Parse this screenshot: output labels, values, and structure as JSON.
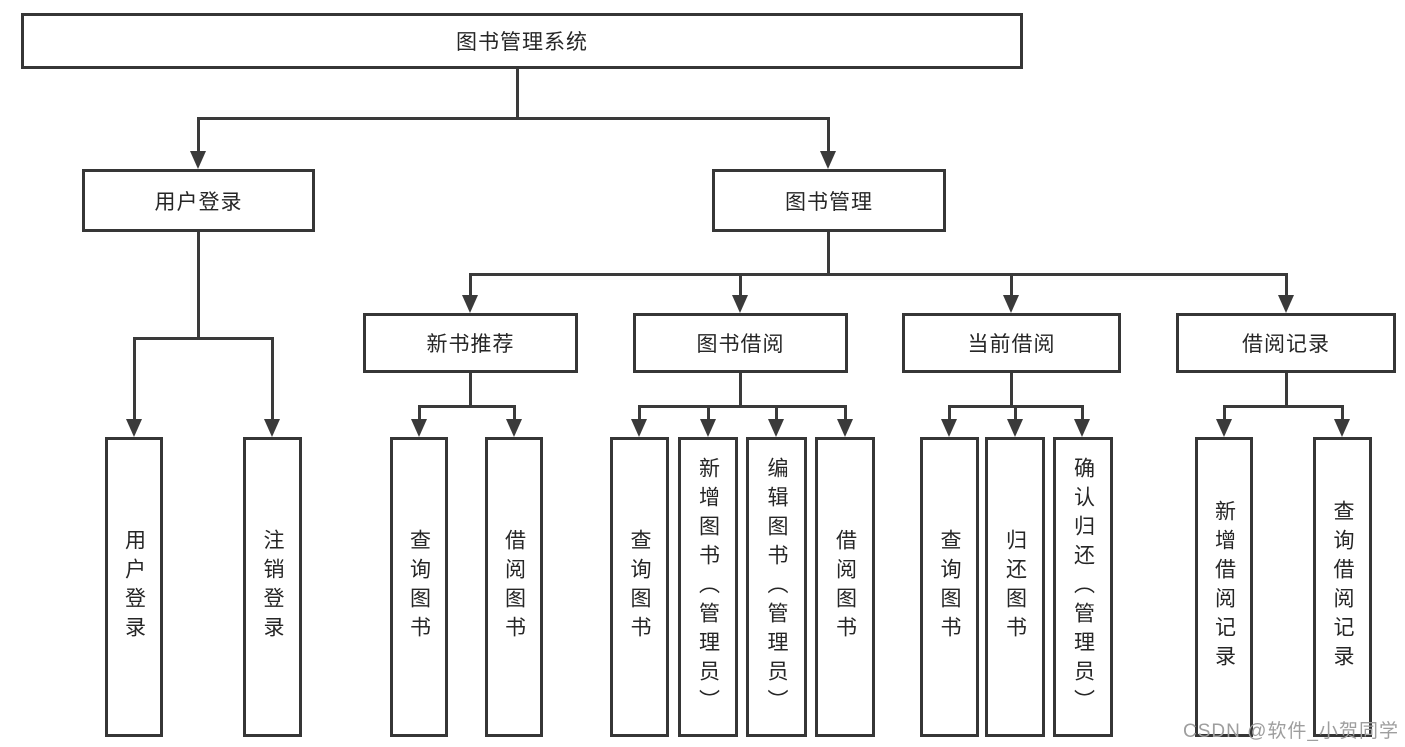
{
  "title": "图书管理系统",
  "tree": {
    "root": "图书管理系统",
    "branches": [
      {
        "label": "用户登录",
        "children": [
          "用户登录",
          "注销登录"
        ]
      },
      {
        "label": "图书管理",
        "sections": [
          {
            "label": "新书推荐",
            "children": [
              "查询图书",
              "借阅图书"
            ]
          },
          {
            "label": "图书借阅",
            "children": [
              "查询图书",
              "新增图书（管理员）",
              "编辑图书（管理员）",
              "借阅图书"
            ]
          },
          {
            "label": "当前借阅",
            "children": [
              "查询图书",
              "归还图书",
              "确认归还（管理员）"
            ]
          },
          {
            "label": "借阅记录",
            "children": [
              "新增借阅记录",
              "查询借阅记录"
            ]
          }
        ]
      }
    ]
  },
  "watermark": "CSDN @软件_小贺同学",
  "colors": {
    "background": "#ffffff",
    "box_border": "#363636",
    "connector_line": "#3a3a3a",
    "text": "#262626",
    "watermark_text": "#9e9e9e"
  }
}
